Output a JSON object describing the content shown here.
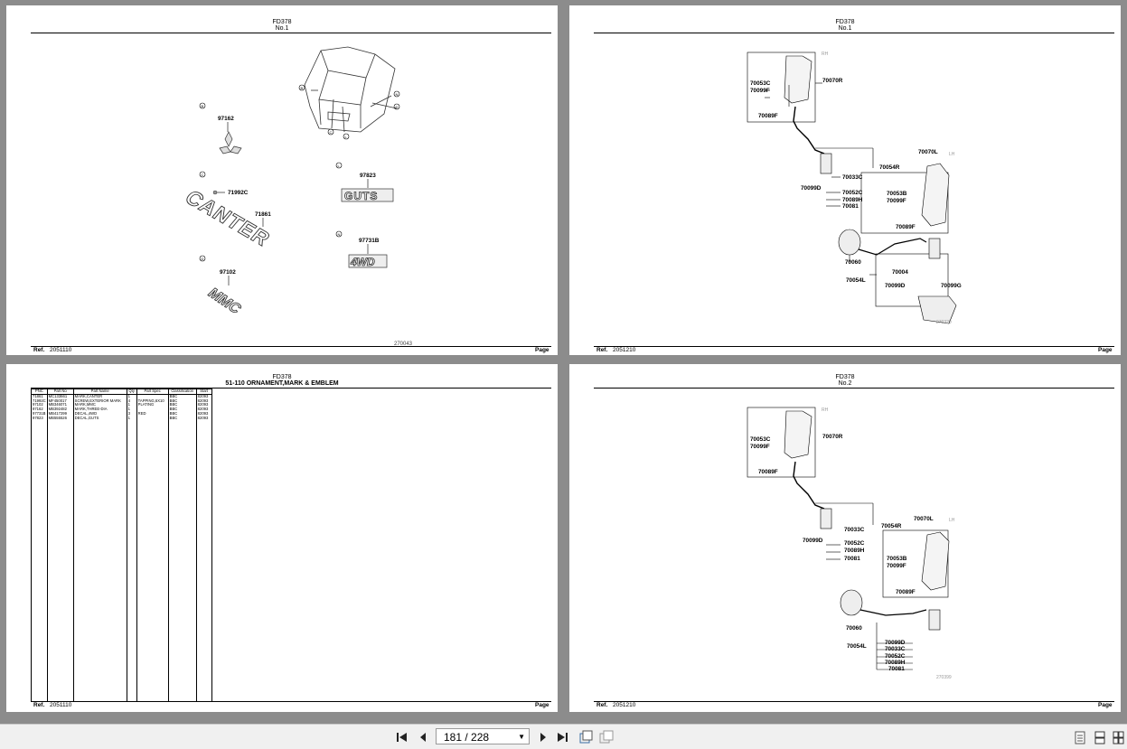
{
  "pages": {
    "tl": {
      "header_code": "FD378",
      "header_sub": "No.1",
      "ref_label": "Ref.",
      "ref_value": "2051110",
      "page_label": "Page",
      "illus_code": "270043"
    },
    "bl": {
      "header_code": "FD378",
      "header_sub": "51-110 ORNAMENT,MARK & EMBLEM",
      "ref_label": "Ref.",
      "ref_value": "2051110",
      "page_label": "Page"
    },
    "tr": {
      "header_code": "FD378",
      "header_sub": "No.1",
      "ref_label": "Ref.",
      "ref_value": "2051210",
      "page_label": "Page",
      "illus_code": "270320"
    },
    "br": {
      "header_code": "FD378",
      "header_sub": "No.2",
      "ref_label": "Ref.",
      "ref_value": "2051210",
      "page_label": "Page",
      "illus_code": "270399"
    }
  },
  "emblem_diagram": {
    "labels": {
      "p97162": "97162",
      "p71992c": "71992C",
      "p71861": "71861",
      "p97102": "97102",
      "p97823": "97823",
      "p97731b": "97731B"
    },
    "circle_keys": {
      "b": "B",
      "c": "C",
      "d": "D",
      "l": "L",
      "n": "N"
    },
    "decal_guts": "GUTS",
    "decal_4wd": "4WD",
    "mark_canter": "CANTER",
    "mark_mmc": "MMC"
  },
  "mirror_diagram_1": {
    "labels": [
      "70053C",
      "70099F",
      "70089F",
      "70070R",
      "70054R",
      "70033C",
      "70099D",
      "70052C",
      "70089H",
      "70081",
      "70070L",
      "70053B",
      "70099F",
      "70089F",
      "70060",
      "70004",
      "70054L",
      "70099D",
      "70099G"
    ],
    "corner_marks": {
      "rh": "RH",
      "lh": "LH"
    }
  },
  "mirror_diagram_2": {
    "labels": [
      "70053C",
      "70099F",
      "70089F",
      "70070R",
      "70054R",
      "70033C",
      "70099D",
      "70052C",
      "70089H",
      "70081",
      "70070L",
      "70053B",
      "70099F",
      "70089F",
      "70060",
      "70054L",
      "70099D",
      "70033C",
      "70052C",
      "70089H",
      "70081"
    ],
    "corner_marks": {
      "rh": "RH",
      "lh": "LH"
    }
  },
  "parts_table": {
    "columns": [
      "PNC",
      "Part No",
      "Part Name",
      "Qty",
      "Part Spec",
      "Classification",
      "Start"
    ],
    "rows": [
      [
        "71861",
        "MC133661",
        "MARK,CANTER",
        "1",
        "",
        "BBC",
        "82093"
      ],
      [
        "71992C",
        "MF450017",
        "SCREW,EXTERIOR MARK",
        "4",
        "TAPPING,6X10",
        "BBC",
        "82093"
      ],
      [
        "97102",
        "MB346071",
        "MARK,MMC",
        "1",
        "PLATING",
        "BBC",
        "82093"
      ],
      [
        "97162",
        "MB392482",
        "MARK,THREE-DIA",
        "1",
        "",
        "BBC",
        "82093"
      ],
      [
        "97731B",
        "MB417299",
        "DECAL,4WD",
        "3",
        "RED",
        "BBC",
        "82093"
      ],
      [
        "97823",
        "MB555526",
        "DECAL,GUTS",
        "1",
        "",
        "BBC",
        "82093"
      ]
    ]
  },
  "toolbar": {
    "page_value": "181 / 228",
    "icons": [
      "first-page-icon",
      "prev-page-icon",
      "next-page-icon",
      "last-page-icon",
      "fit-page-icon",
      "fit-width-icon",
      "single-page-view-icon",
      "two-page-view-icon",
      "continuous-view-icon"
    ]
  }
}
